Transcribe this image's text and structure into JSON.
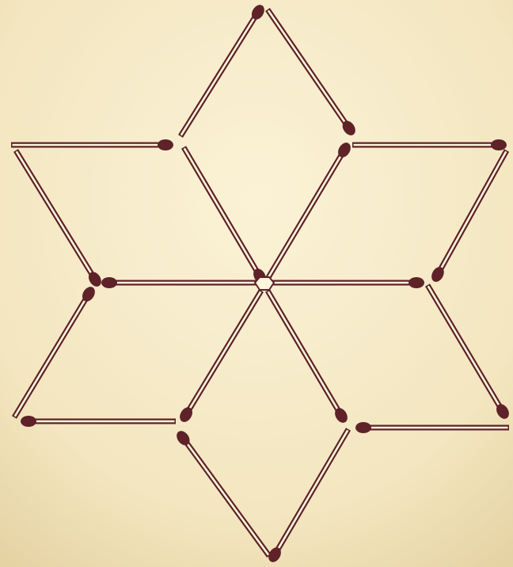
{
  "puzzle": {
    "type": "matchstick",
    "match_count": 18,
    "shape": "six-rhombus star",
    "colors": {
      "background_light": "#f7edcc",
      "background_dark": "#e8d8ad",
      "stick_outline": "#5e2228",
      "stick_fill": "#fff6dc",
      "match_head": "#5e2228"
    }
  }
}
